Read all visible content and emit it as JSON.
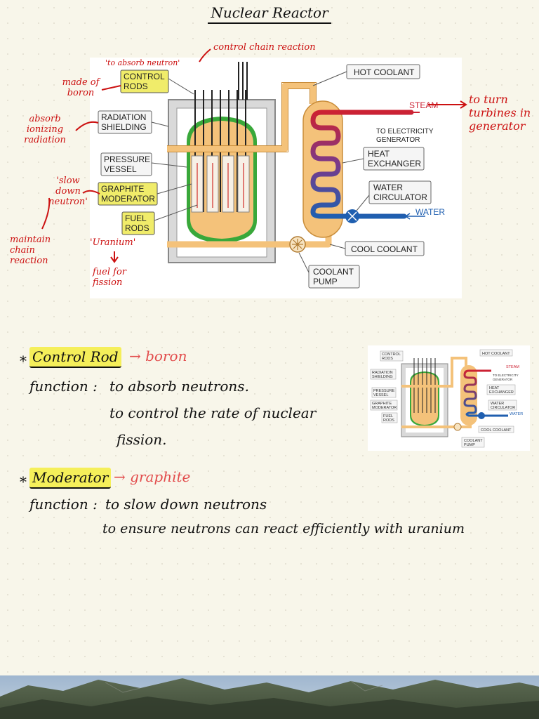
{
  "title": "Nuclear Reactor",
  "diagram": {
    "labels": {
      "control_rods": "CONTROL RODS",
      "radiation_shielding": "RADIATION SHIELDING",
      "pressure_vessel": "PRESSURE VESSEL",
      "graphite_moderator": "GRAPHITE MODERATOR",
      "fuel_rods": "FUEL RODS",
      "hot_coolant": "HOT COOLANT",
      "steam": "STEAM",
      "to_electricity_generator": "TO ELECTRICITY GENERATOR",
      "heat_exchanger": "HEAT EXCHANGER",
      "water_circulator": "WATER CIRCULATOR",
      "water": "WATER",
      "cool_coolant": "COOL COOLANT",
      "coolant_pump": "COOLANT PUMP"
    }
  },
  "annotations": {
    "control_chain_reaction": "control chain reaction",
    "to_absorb_neutron": "'to absorb neutron'",
    "made_of_boron": "made of boron",
    "absorb_ionizing_radiation": "absorb ionizing radiation",
    "slow_down_neutron": "'slow down neutron'",
    "maintain_chain_reaction": "maintain chain reaction",
    "uranium": "'Uranium'",
    "fuel_for_fission": "fuel for fission",
    "to_turn_turbines": "to turn turbines in generator"
  },
  "notes": {
    "control_rod": {
      "heading": "Control Rod",
      "material": "boron",
      "function_label": "function :",
      "lines": [
        "to absorb neutrons.",
        "to control the rate of nuclear",
        "fission."
      ]
    },
    "moderator": {
      "heading": "Moderator",
      "material": "graphite",
      "function_label": "function :",
      "lines": [
        "to slow down neutrons",
        "to ensure neutrons can react  efficiently with uranium"
      ]
    },
    "bullet": "*",
    "arrow": "→"
  },
  "colors": {
    "annotation_red": "#cc1111",
    "highlight_yellow": "#f5ef5a",
    "coolant_orange": "#f4c27a",
    "steam_red": "#cc2233",
    "water_blue": "#1f5fb0",
    "vessel_green": "#39a83a"
  }
}
